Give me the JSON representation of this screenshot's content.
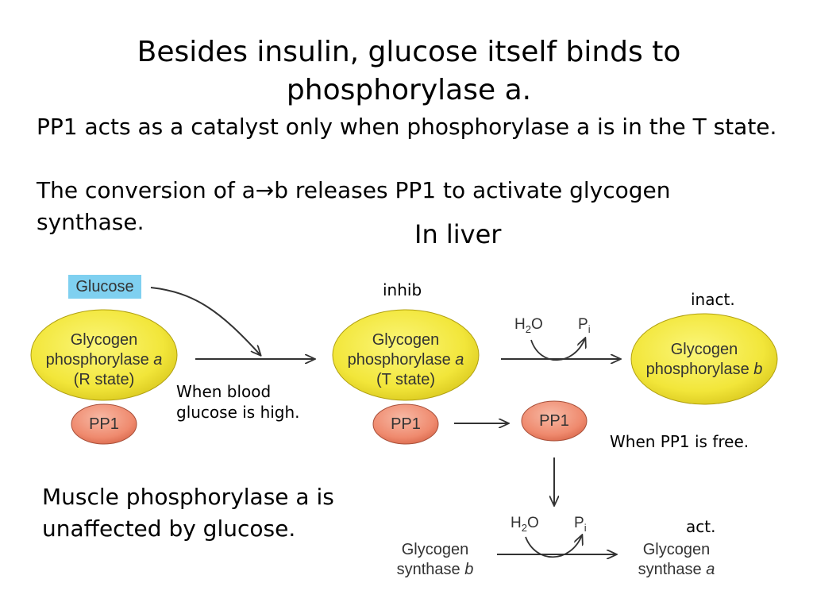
{
  "title": "Besides insulin, glucose itself binds to phosphorylase a.",
  "para1": "PP1 acts as a catalyst only when phosphorylase a is in the T state.",
  "para2_start": "The conversion of a",
  "para2_arrow": "→",
  "para2_end": "b releases PP1 to activate glycogen synthase.",
  "in_liver": "In liver",
  "muscle_note": "Muscle phosphorylase a is unaffected by glucose.",
  "labels": {
    "inhib": "inhib",
    "inact": "inact.",
    "act": "act.",
    "high_glucose_1": "When blood",
    "high_glucose_2": "glucose is high.",
    "pp1_free": "When PP1 is free."
  },
  "diagram": {
    "glucose": "Glucose",
    "phos_r": {
      "l1": "Glycogen",
      "l2": "phosphorylase ",
      "italic": "a",
      "l3": "(R state)"
    },
    "phos_t": {
      "l1": "Glycogen",
      "l2": "phosphorylase ",
      "italic": "a",
      "l3": "(T state)"
    },
    "phos_b": {
      "l1": "Glycogen",
      "l2": "phosphorylase ",
      "italic": "b"
    },
    "pp1": "PP1",
    "h2o_h": "H",
    "h2o_sub": "2",
    "h2o_o": "O",
    "pi_p": "P",
    "pi_sub": "i",
    "synthase_b": {
      "l1": "Glycogen",
      "l2": "synthase ",
      "italic": "b"
    },
    "synthase_a": {
      "l1": "Glycogen",
      "l2": "synthase ",
      "italic": "a"
    }
  },
  "colors": {
    "phosphorylase_fill": "#f2e63a",
    "pp1_fill": "#ef8a6e",
    "glucose_box": "#7fd0f0"
  }
}
